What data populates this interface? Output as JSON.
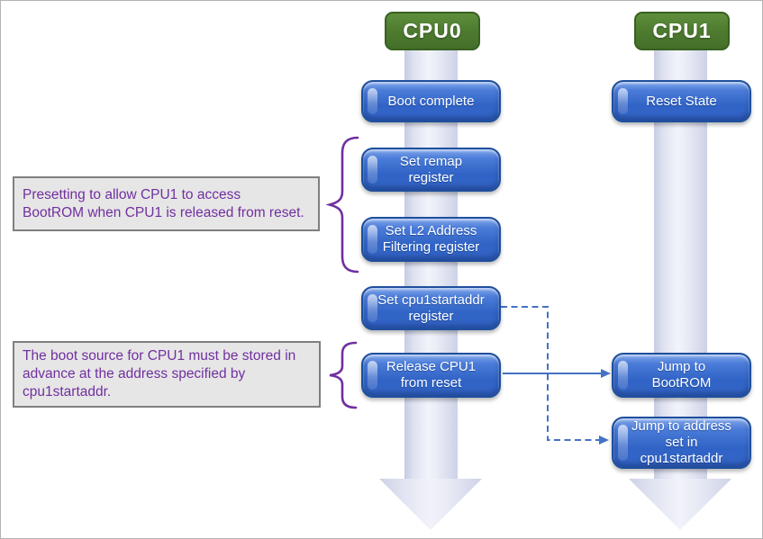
{
  "diagram": {
    "columns": {
      "cpu0": {
        "title": "CPU0",
        "steps": [
          {
            "lines": [
              "Boot complete"
            ]
          },
          {
            "lines": [
              "Set remap",
              "register"
            ]
          },
          {
            "lines": [
              "Set L2 Address",
              "Filtering register"
            ]
          },
          {
            "lines": [
              "Set cpu1startaddr",
              "register"
            ]
          },
          {
            "lines": [
              "Release CPU1",
              "from reset"
            ]
          }
        ]
      },
      "cpu1": {
        "title": "CPU1",
        "steps": [
          {
            "lines": [
              "Reset State"
            ]
          },
          {
            "lines": [
              "Jump to",
              "BootROM"
            ]
          },
          {
            "lines": [
              "Jump to address",
              "set in",
              "cpu1startaddr"
            ]
          }
        ]
      }
    },
    "notes": [
      {
        "lines": [
          "Presetting to allow CPU1 to access",
          "BootROM when CPU1 is released from reset."
        ]
      },
      {
        "lines": [
          "The boot source for CPU1 must be stored in",
          "advance at the address specified by",
          "cpu1startaddr."
        ]
      }
    ],
    "connectors": [
      {
        "from": "Release CPU1 from reset",
        "to": "Jump to BootROM",
        "style": "solid-arrow"
      },
      {
        "from": "Set cpu1startaddr register",
        "to": "Jump to address set in cpu1startaddr",
        "style": "dashed-arrow"
      }
    ],
    "colors": {
      "header_green": "#4e7b2f",
      "step_blue": "#3063c5",
      "step_border_blue": "#1e4f9d",
      "connector_blue": "#4472c4",
      "note_bg_gray": "#e7e6e6",
      "note_border_gray": "#7f7f7f",
      "note_text_purple": "#7030a0",
      "brace_purple": "#7030a0",
      "timeline_arrow_lavender": "#dde1f0"
    }
  }
}
